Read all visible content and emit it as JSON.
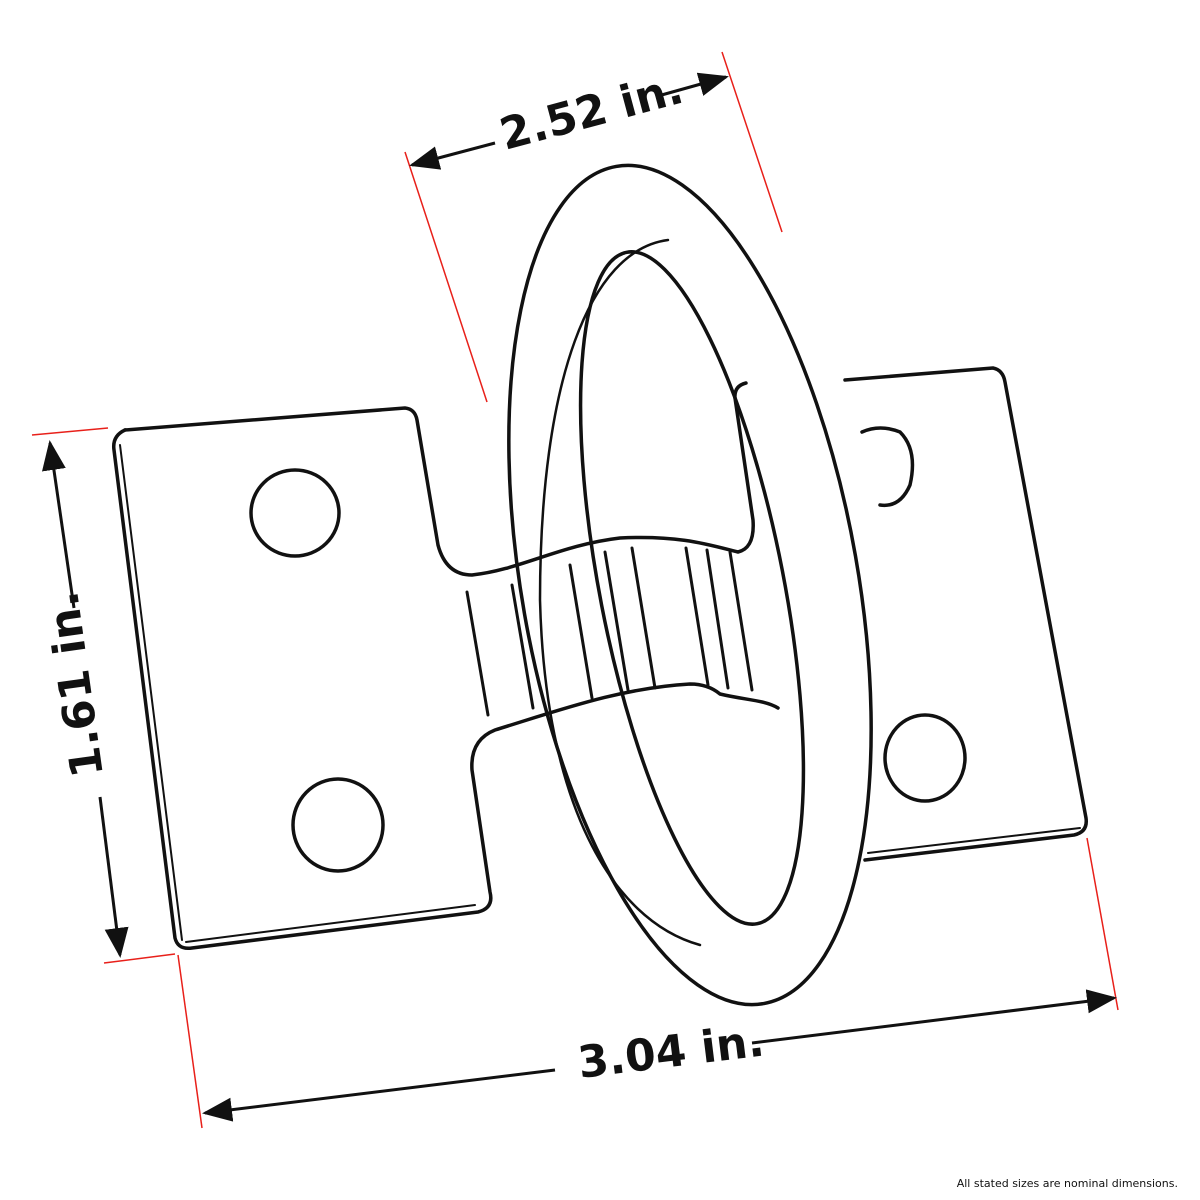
{
  "dimensions": {
    "ring_width": "2.52 in.",
    "plate_height": "1.61 in.",
    "overall_length": "3.04 in."
  },
  "note": "All stated sizes are nominal dimensions.",
  "colors": {
    "outline": "#111111",
    "extension_line": "#e8201a"
  }
}
